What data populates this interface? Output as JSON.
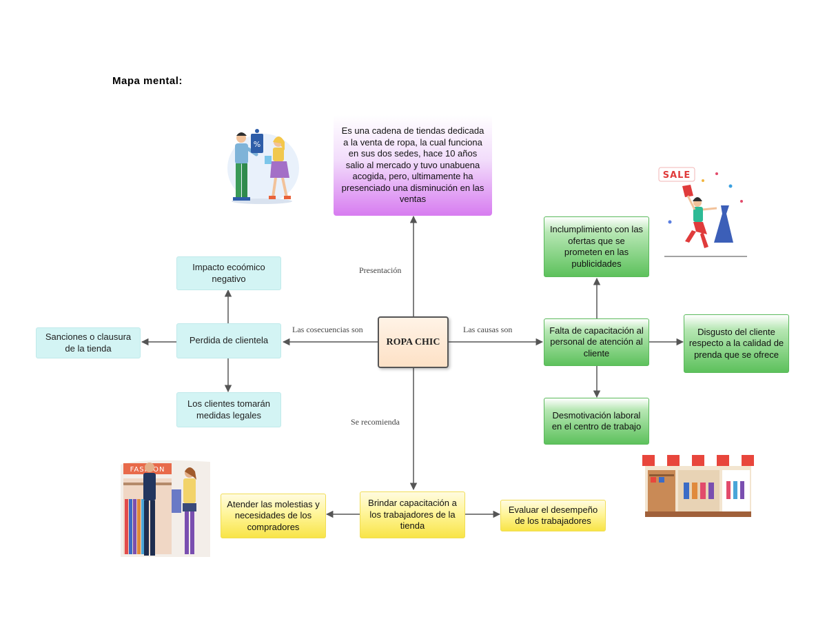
{
  "heading": "Mapa mental:",
  "center": "ROPA CHIC",
  "presentation": "Es una cadena de tiendas dedicada a la venta de ropa, la cual funciona en sus dos sedes, hace 10 años salio al mercado y tuvo unabuena acogida, pero, ultimamente ha presenciado una disminución en las ventas",
  "edge_labels": {
    "presentacion": "Presentación",
    "consecuencias": "Las cosecuencias son",
    "causas": "Las causas son",
    "recomienda": "Se recomienda"
  },
  "consequences": {
    "main": "Perdida de clientela",
    "impacto": "Impacto ecoómico negativo",
    "sanciones": "Sanciones o clausura de la tienda",
    "legales": "Los clientes tomarán medidas legales"
  },
  "causes": {
    "main": "Falta de capacitación al personal de atención al cliente",
    "incumplimiento": "Inclumplimiento con las ofertas que se prometen en las publicidades",
    "disgusto": "Disgusto del cliente respecto a la calidad de prenda que se ofrece",
    "desmotivacion": "Desmotivación laboral en el centro de trabajo"
  },
  "recommendations": {
    "main": "Brindar capacitación a los trabajadores de la tienda",
    "atender": "Atender las molestias y necesidades de los compradores",
    "evaluar": "Evaluar el desempeño de los trabajadores"
  },
  "illustrations": {
    "sale_sign": "SALE",
    "fashion_sign": "FASHION",
    "discount_tag": "%"
  },
  "colors": {
    "cyan": "#d3f4f4",
    "green": "#5dc15c",
    "yellow": "#f8e447",
    "purple": "#d77cf0",
    "arrow": "#555555"
  }
}
